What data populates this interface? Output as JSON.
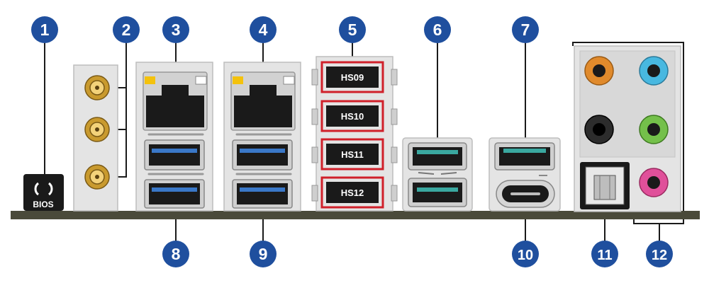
{
  "colors": {
    "callout": "#1f4f9e",
    "callout_text": "#ffffff",
    "line": "#1a1a1a",
    "board": "#4a4a3a",
    "metal": "#e4e4e4",
    "hs_highlight": "#d0202a",
    "usb_blue": "#3a78c8",
    "usb_teal": "#3aa8a0",
    "audio_orange": "#e08a2c",
    "audio_blue": "#48b8e0",
    "audio_black": "#1c1c1c",
    "audio_green": "#74c04a",
    "audio_pink": "#e0509a",
    "led_yellow": "#f4c20d",
    "antenna_gold": "#c99a2e"
  },
  "callouts": {
    "c1": "1",
    "c2": "2",
    "c3": "3",
    "c4": "4",
    "c5": "5",
    "c6": "6",
    "c7": "7",
    "c8": "8",
    "c9": "9",
    "c10": "10",
    "c11": "11",
    "c12": "12"
  },
  "bios_button": {
    "label": "BIOS",
    "icon": "flashback-icon"
  },
  "hs_ports": {
    "hs09": "HS09",
    "hs10": "HS10",
    "hs11": "HS11",
    "hs12": "HS12"
  }
}
